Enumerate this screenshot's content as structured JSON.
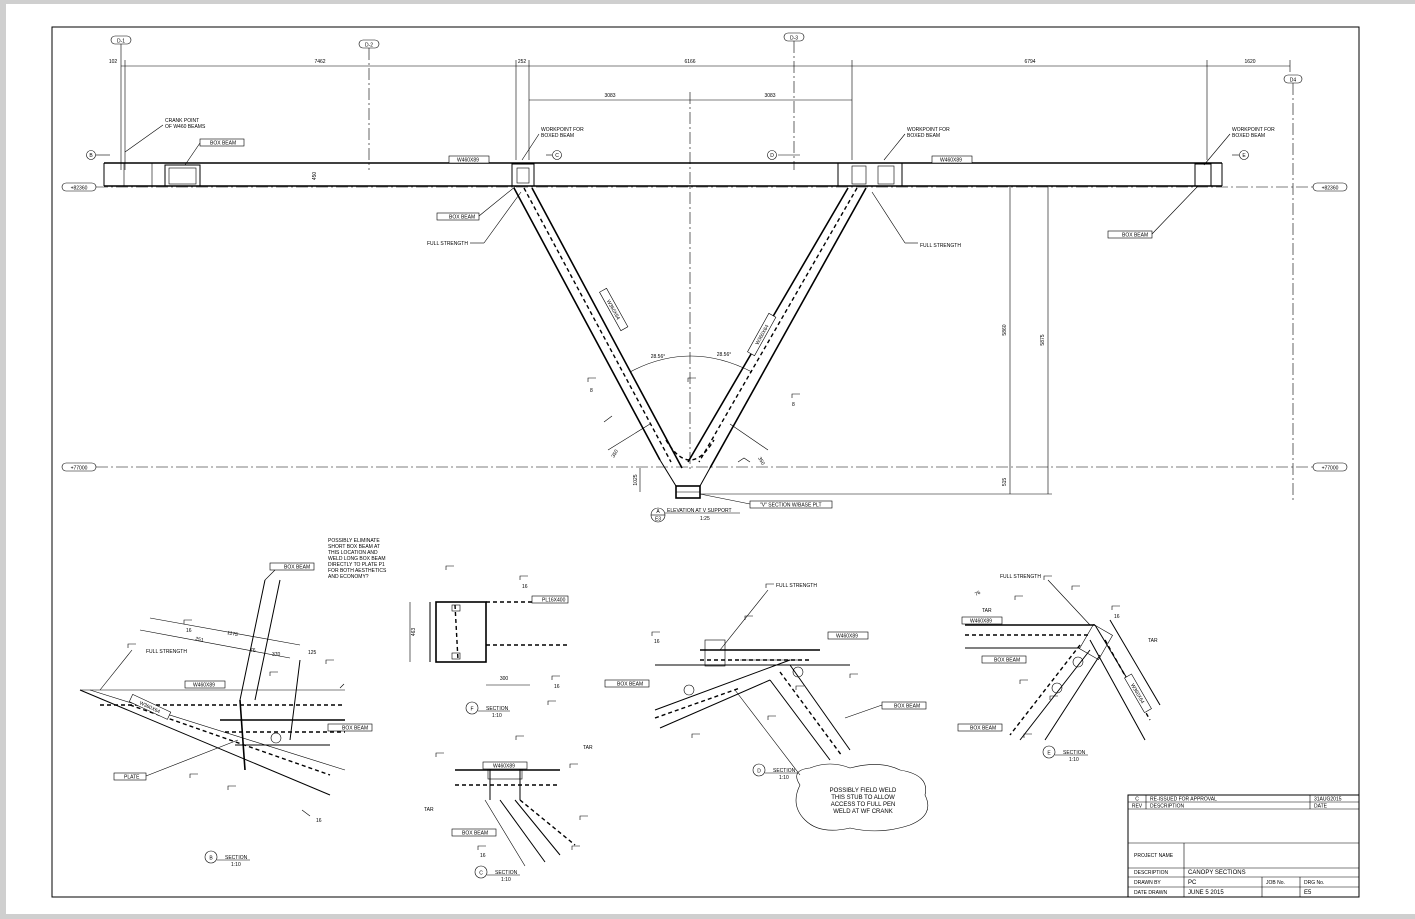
{
  "gridlines": {
    "d1": "D-1",
    "d2": "D-2",
    "d3": "D-3",
    "d4": "D4"
  },
  "dimensions": {
    "top": [
      "102",
      "7462",
      "252",
      "6166",
      "6794",
      "1620"
    ],
    "half_a": "3083",
    "half_b": "3083",
    "v_height_a": "5860",
    "v_height_b": "5875",
    "v_base": "515",
    "base_left": "1025",
    "angle_left": "28.56°",
    "angle_right": "28.56°",
    "dim_350_left": "350",
    "dim_350_right": "350"
  },
  "levels": {
    "upper": "+82360",
    "lower": "+77000"
  },
  "main_elevation": {
    "crank_note": [
      "CRANK POINT",
      "OF W460 BEAMS"
    ],
    "box_beam": "BOX BEAM",
    "w460": "W460X89",
    "workpoint": [
      "WORKPOINT FOR",
      "BOXED BEAM"
    ],
    "full_strength": "FULL STRENGTH",
    "member_left": "W360X64",
    "member_right": "W360X64",
    "v_section": "\"V\" SECTION W/BASE PLT",
    "beam_depth": "450",
    "callout": {
      "letter": "A",
      "sheet": "E3",
      "title": "ELEVATION AT V SUPPORT",
      "scale": "1:25"
    }
  },
  "section_b": {
    "note": [
      "POSSIBLY ELIMINATE",
      "SHORT BOX BEAM AT",
      "THIS LOCATION AND",
      "WELD LONG BOX BEAM",
      "DIRECTLY TO PLATE P1",
      "FOR BOTH AESTHETICS",
      "AND ECONOMY?"
    ],
    "box_beam": "BOX BEAM",
    "full_strength": "FULL STRENGTH",
    "w460": "W460X89",
    "plate": "PLATE",
    "member": "W360X64",
    "dims": [
      "1175",
      "251",
      "370",
      "76",
      "125"
    ],
    "title": "SECTION",
    "letter": "B",
    "scale": "1:10"
  },
  "section_f": {
    "pl": "PL16X400",
    "height": "463",
    "width": "300",
    "title": "SECTION",
    "letter": "F",
    "scale": "1:10"
  },
  "section_c": {
    "w460": "W460X89",
    "box_beam": "BOX BEAM",
    "tar_left": "TAR",
    "tar_right": "TAR",
    "title": "SECTION",
    "letter": "C",
    "scale": "1:10"
  },
  "section_d": {
    "full_strength": "FULL STRENGTH",
    "w460": "W460X89",
    "box_beam": "BOX BEAM",
    "box_beam2": "BOX BEAM",
    "cloud_note": [
      "POSSIBLY FIELD WELD",
      "THIS STUB TO ALLOW",
      "ACCESS TO FULL PEN",
      "WELD AT WF CRANK"
    ],
    "title": "SECTION",
    "letter": "D",
    "scale": "1:10"
  },
  "section_e": {
    "full_strength": "FULL STRENGTH",
    "w460": "W460X89",
    "box_beam": "BOX BEAM",
    "box_beam2": "BOX BEAM",
    "tar_left": "TAR",
    "tar_right": "TAR",
    "member": "W360X64",
    "title": "SECTION",
    "letter": "E",
    "scale": "1:10"
  },
  "weld_sizes": [
    "8",
    "8",
    "16",
    "16",
    "16",
    "16",
    "16",
    "16",
    "16",
    "16",
    "16"
  ],
  "title_block": {
    "rev_letter": "C",
    "rev_desc": "RE-ISSUED FOR APPROVAL",
    "rev_date": "31AUG2015",
    "rev_hdr": "REV",
    "desc_hdr": "DESCRIPTION",
    "date_hdr": "DATE",
    "project_name_label": "PROJECT NAME",
    "description_label": "DESCRIPTION",
    "description": "CANOPY SECTIONS",
    "drawn_by_label": "DRAWN BY",
    "drawn_by": "PC",
    "job_no_label": "JOB No.",
    "drg_no_label": "DRG No.",
    "date_drawn_label": "DATE DRAWN",
    "date_drawn": "JUNE 5 2015",
    "drg_no": "E5"
  }
}
